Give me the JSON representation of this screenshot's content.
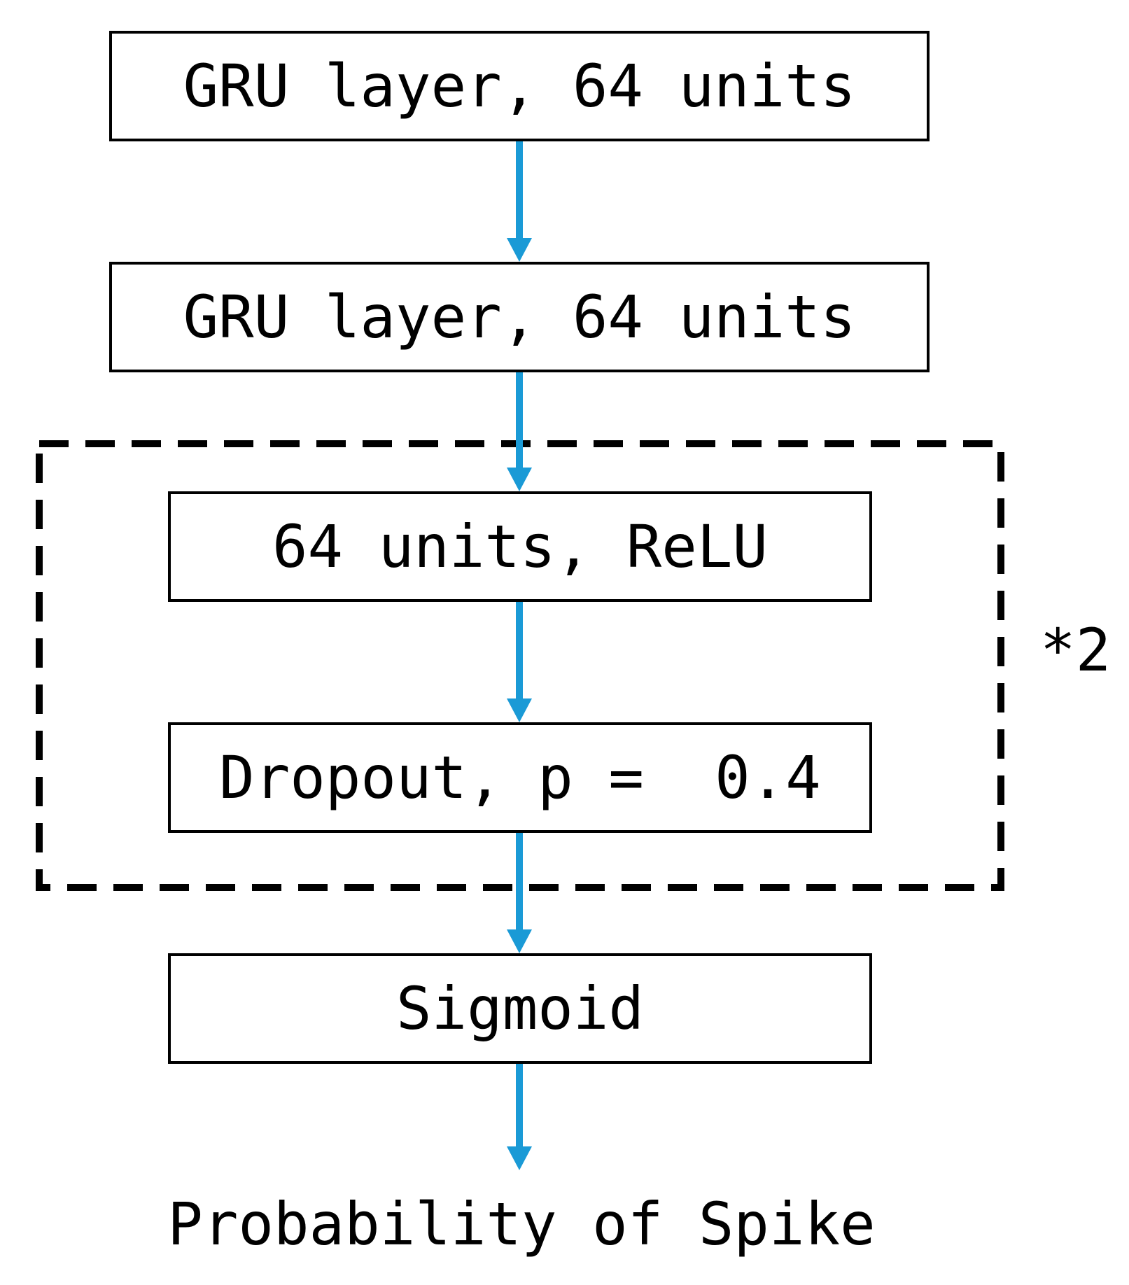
{
  "diagram": {
    "nodes": [
      {
        "id": "gru1",
        "label": "GRU layer, 64 units"
      },
      {
        "id": "gru2",
        "label": "GRU layer, 64 units"
      },
      {
        "id": "relu",
        "label": "64 units, ReLU"
      },
      {
        "id": "dropout",
        "label": "Dropout, p =  0.4"
      },
      {
        "id": "sigmoid",
        "label": "Sigmoid"
      }
    ],
    "repeat_group": {
      "members": [
        "relu",
        "dropout"
      ],
      "label": "*2"
    },
    "output_label": "Probability of Spike",
    "edges": [
      {
        "from": "gru1",
        "to": "gru2"
      },
      {
        "from": "gru2",
        "to": "relu"
      },
      {
        "from": "relu",
        "to": "dropout"
      },
      {
        "from": "dropout",
        "to": "sigmoid"
      },
      {
        "from": "sigmoid",
        "to": "output"
      }
    ],
    "colors": {
      "arrow": "#1a9ad6",
      "box_border": "#000000",
      "group_border": "#000000",
      "text": "#000000"
    }
  }
}
